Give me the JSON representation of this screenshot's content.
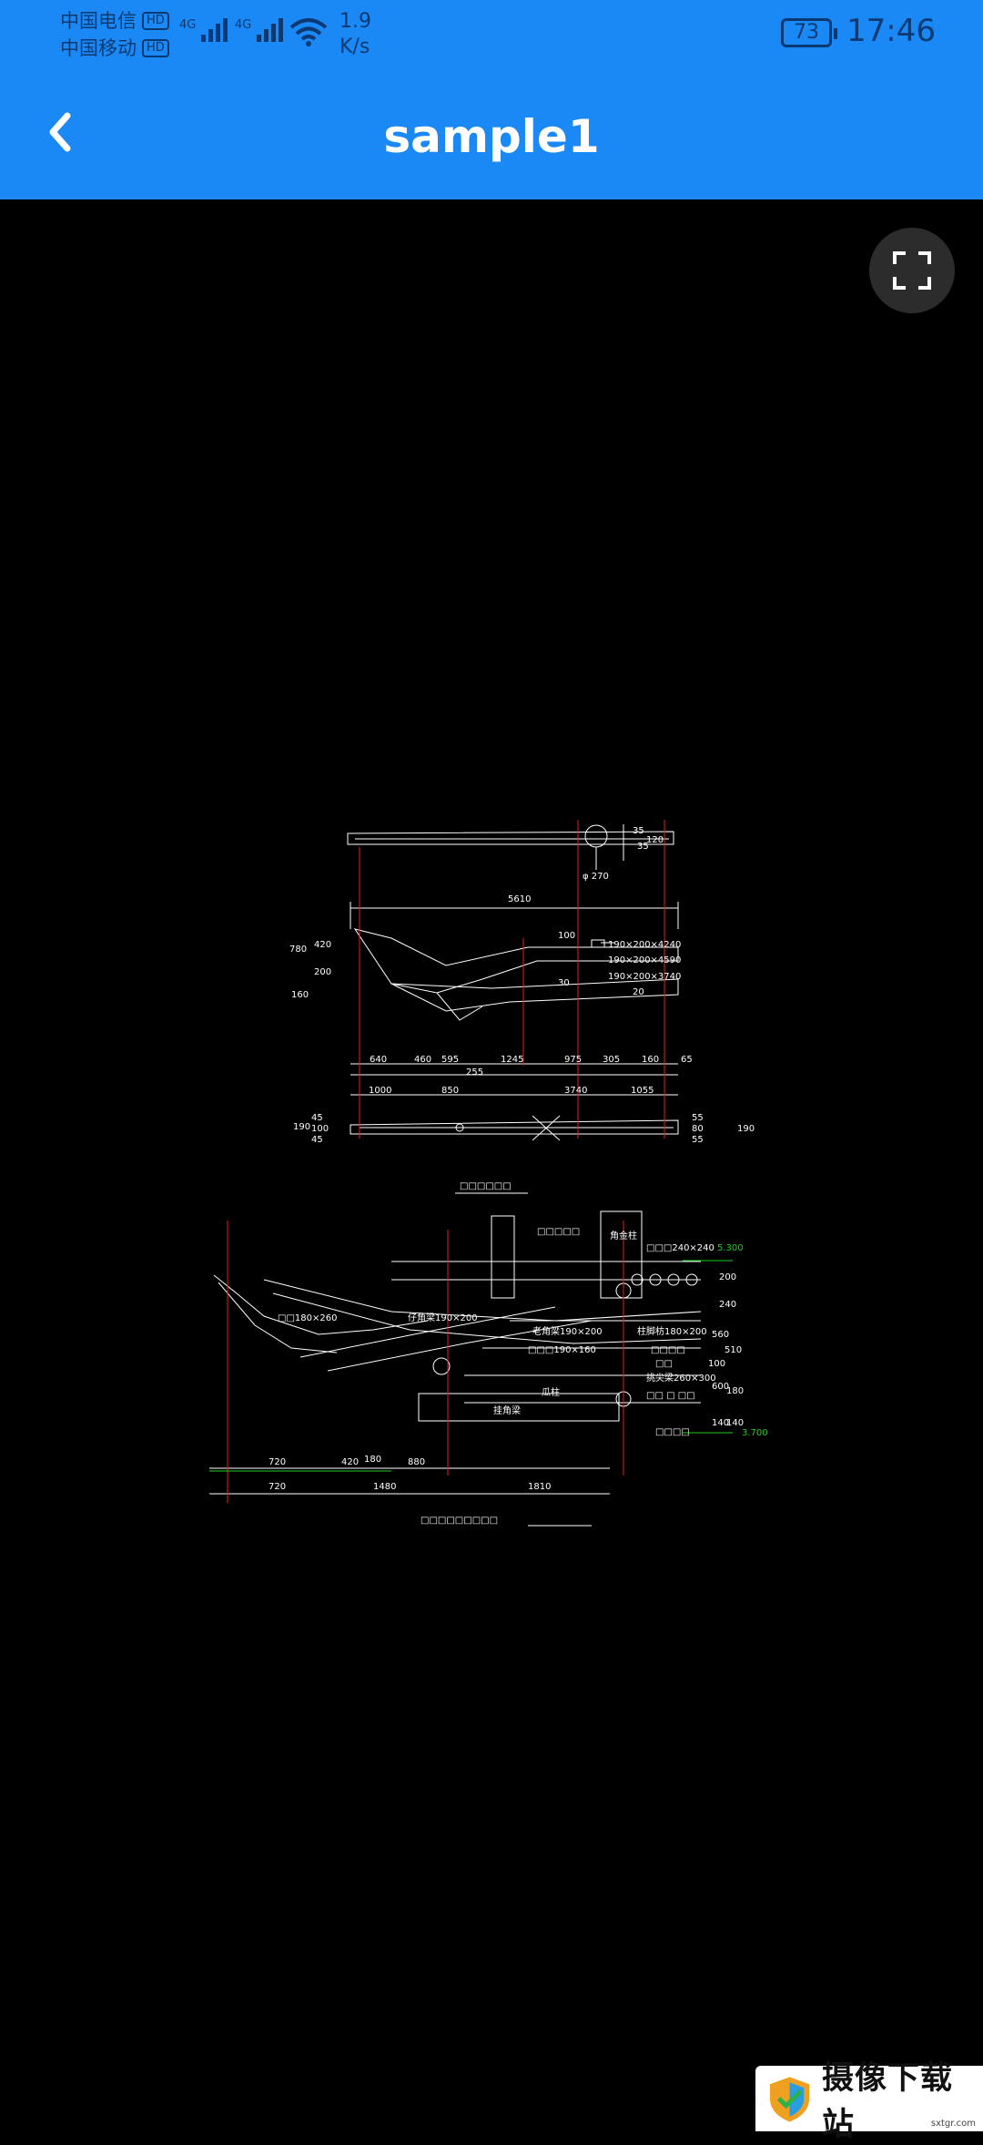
{
  "status_bar": {
    "carrier1": "中国电信",
    "carrier2": "中国移动",
    "hd_badge": "HD",
    "network_type": "4G",
    "speed_value": "1.9",
    "speed_unit": "K/s",
    "battery": "73",
    "time": "17:46"
  },
  "app_bar": {
    "title": "sample1",
    "back_icon": "chevron-left-icon"
  },
  "viewer": {
    "fullscreen_icon": "fullscreen-icon",
    "background": "#000000"
  },
  "drawing": {
    "plan_dims": [
      "35",
      "35",
      "120",
      "φ 270",
      "5610"
    ],
    "section_labels": [
      "190×200×4240",
      "190×200×4590",
      "190×200×3740"
    ],
    "left_dims": [
      "780",
      "420",
      "200",
      "160",
      "100",
      "30",
      "20"
    ],
    "bottom_dims_row1": [
      "640",
      "460",
      "595",
      "1245",
      "975",
      "305",
      "160",
      "65"
    ],
    "mid_dim": "255",
    "bottom_dims_row2": [
      "1000",
      "850",
      "3740",
      "1055"
    ],
    "plan_left_dims": [
      "190",
      "45",
      "100",
      "45"
    ],
    "plan_right_dims": [
      "55",
      "80",
      "55",
      "190"
    ],
    "caption1": "□□□□□□",
    "detail_labels": [
      "角金柱",
      "□□□□□",
      "□□□240×240",
      "5.300",
      "□□180×260",
      "仔角梁190×200",
      "老角梁190×200",
      "柱脚枋180×200",
      "□□□190×160",
      "□□□□",
      "□□",
      "挑尖梁260×300",
      "瓜柱",
      "挂角梁",
      "□□ □ □□",
      "□□□□",
      "3.700"
    ],
    "detail_right_dims": [
      "200",
      "240",
      "560",
      "510",
      "100",
      "600",
      "180",
      "140",
      "140"
    ],
    "detail_bottom_row1": [
      "720",
      "420",
      "180",
      "880"
    ],
    "detail_bottom_row2": [
      "720",
      "1480",
      "1810"
    ],
    "caption2": "□□□□□□□□□",
    "line_color": "#ffffff",
    "axis_color": "#e02020",
    "elevation_color": "#22cc22"
  },
  "watermark": {
    "text": "摄像下载站",
    "url": "sxtgr.com"
  }
}
